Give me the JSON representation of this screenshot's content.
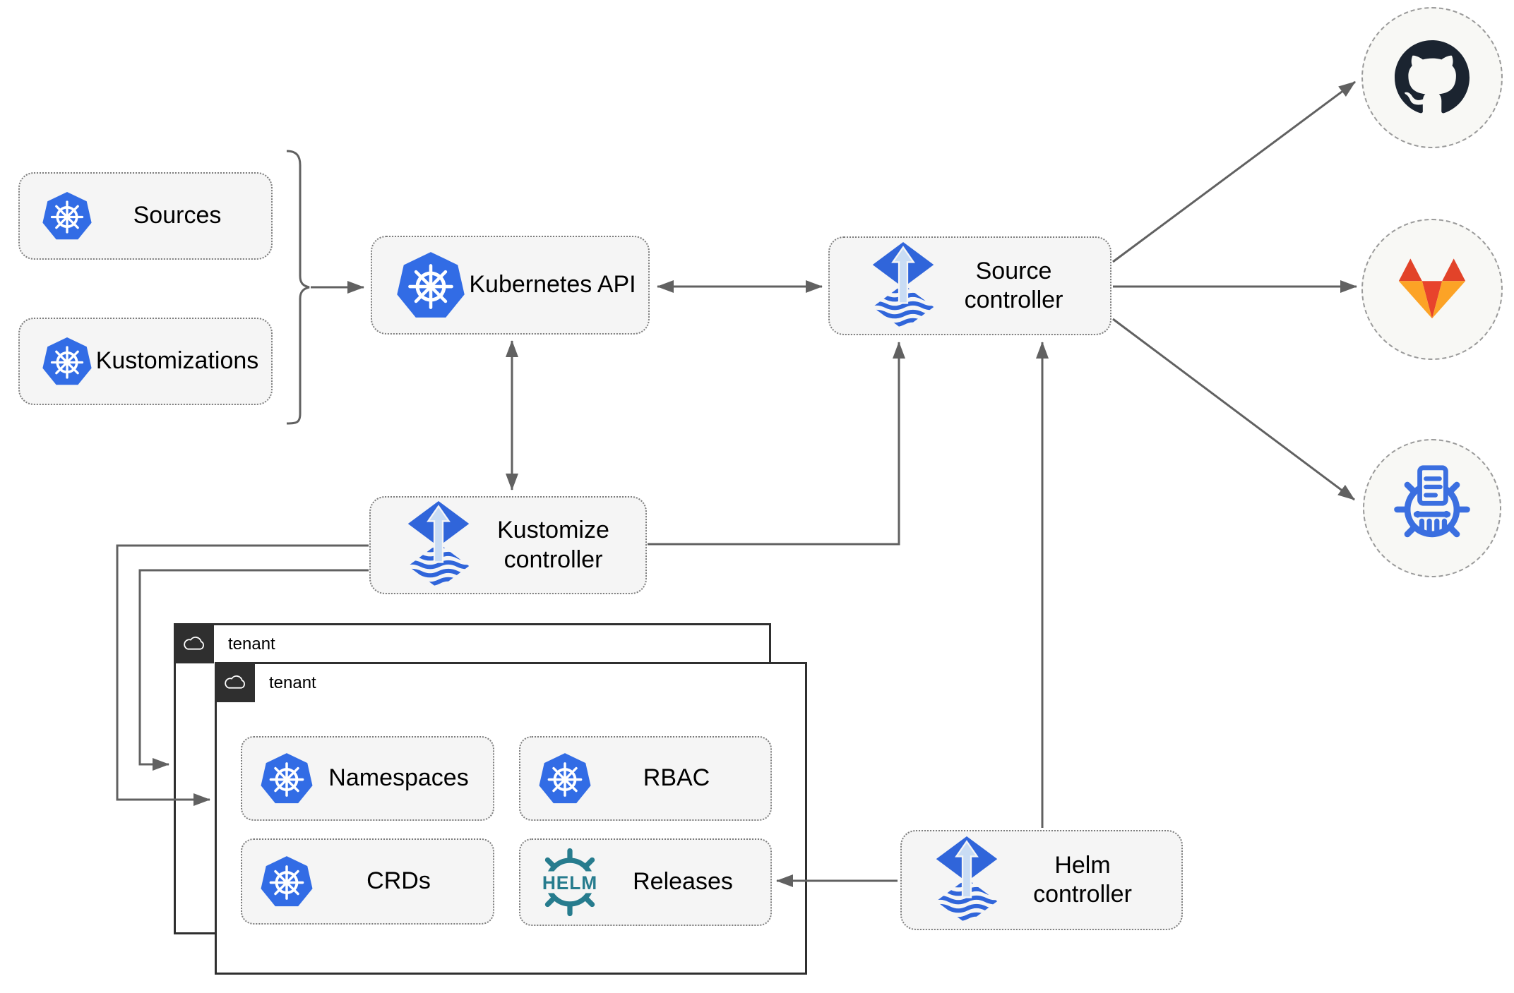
{
  "nodes": {
    "sources": {
      "label": "Sources",
      "icon": "kubernetes"
    },
    "kustomizations": {
      "label": "Kustomizations",
      "icon": "kubernetes"
    },
    "kubernetes_api": {
      "label": "Kubernetes API",
      "icon": "kubernetes"
    },
    "source_controller": {
      "label": "Source controller",
      "icon": "flux"
    },
    "kustomize_controller": {
      "label": "Kustomize controller",
      "icon": "flux"
    },
    "helm_controller": {
      "label": "Helm controller",
      "icon": "flux"
    },
    "namespaces": {
      "label": "Namespaces",
      "icon": "kubernetes"
    },
    "rbac": {
      "label": "RBAC",
      "icon": "kubernetes"
    },
    "crds": {
      "label": "CRDs",
      "icon": "kubernetes"
    },
    "releases": {
      "label": "Releases",
      "icon": "helm"
    }
  },
  "containers": {
    "tenant_back": {
      "label": "tenant",
      "icon": "cloud"
    },
    "tenant_front": {
      "label": "tenant",
      "icon": "cloud"
    }
  },
  "external_targets": {
    "github": {
      "name": "GitHub",
      "icon": "github-logo"
    },
    "gitlab": {
      "name": "GitLab",
      "icon": "gitlab-logo"
    },
    "chartmuseum": {
      "name": "ChartMuseum",
      "icon": "chartmuseum-logo"
    }
  },
  "icon_text": {
    "helm": "HELM"
  },
  "edges": [
    {
      "from": "sources+kustomizations",
      "to": "kubernetes_api",
      "type": "arrow"
    },
    {
      "from": "kubernetes_api",
      "to": "source_controller",
      "type": "double-arrow"
    },
    {
      "from": "kubernetes_api",
      "to": "kustomize_controller",
      "type": "double-arrow"
    },
    {
      "from": "kustomize_controller",
      "to": "source_controller",
      "type": "arrow"
    },
    {
      "from": "helm_controller",
      "to": "source_controller",
      "type": "arrow"
    },
    {
      "from": "helm_controller",
      "to": "releases",
      "type": "arrow"
    },
    {
      "from": "kustomize_controller",
      "to": "tenant_front",
      "type": "arrow"
    },
    {
      "from": "kustomize_controller",
      "to": "tenant_back",
      "type": "arrow"
    },
    {
      "from": "source_controller",
      "to": "github",
      "type": "arrow"
    },
    {
      "from": "source_controller",
      "to": "gitlab",
      "type": "arrow"
    },
    {
      "from": "source_controller",
      "to": "chartmuseum",
      "type": "arrow"
    }
  ],
  "colors": {
    "kubernetes_blue": "#326CE5",
    "flux_blue": "#3065DA",
    "flux_arrow_light": "#C9DCF4",
    "helm_teal": "#277C8E",
    "github_dark": "#1B2430",
    "gitlab_red": "#E24329",
    "gitlab_orange": "#FCA326",
    "chartmuseum_blue": "#3B6FE0",
    "connector_gray": "#616161",
    "node_fill": "#F5F5F5",
    "tenant_border": "#2F2F2F"
  }
}
